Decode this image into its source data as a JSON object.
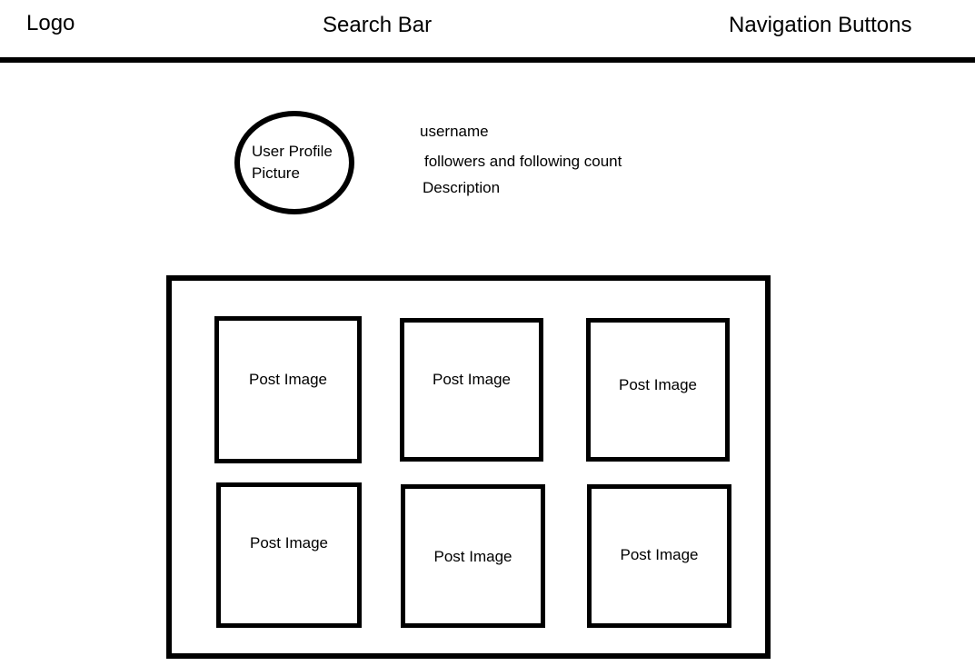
{
  "colors": {
    "ink": "#000000",
    "paper": "#ffffff"
  },
  "header": {
    "logo_label": "Logo",
    "search_label": "Search Bar",
    "nav_label": "Navigation Buttons"
  },
  "profile": {
    "avatar_label": "User Profile Picture",
    "username": "username",
    "stats": "followers and following count",
    "description": "Description"
  },
  "posts": {
    "items": [
      {
        "label": "Post Image"
      },
      {
        "label": "Post Image"
      },
      {
        "label": "Post Image"
      },
      {
        "label": "Post Image"
      },
      {
        "label": "Post Image"
      },
      {
        "label": "Post Image"
      }
    ]
  }
}
